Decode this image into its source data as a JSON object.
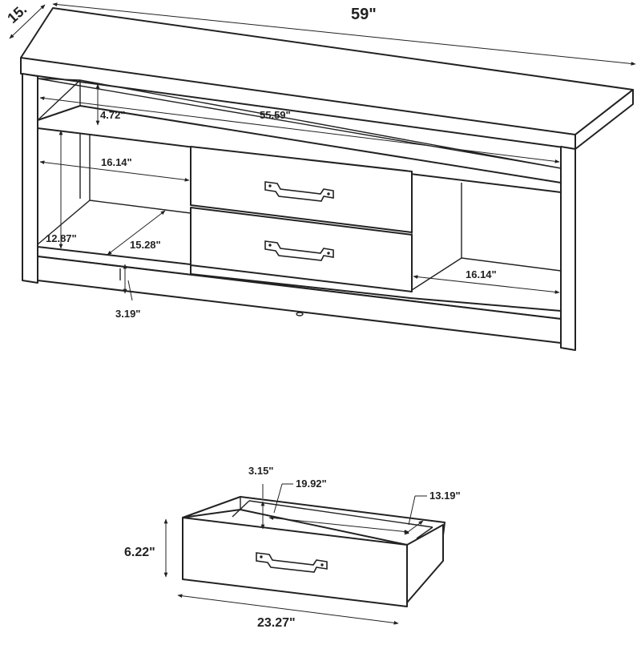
{
  "diagram": {
    "width_label": "59\"",
    "depth_label": "15.",
    "top_gap_label": "4.72\"",
    "inner_width_label": "55.59\"",
    "left_cubby_width_label": "16.14\"",
    "right_cubby_width_label": "16.14\"",
    "cubby_height_label": "12.87\"",
    "cubby_depth_label": "15.28\"",
    "base_height_label": "3.19\"",
    "drawer_height_label": "6.22\"",
    "drawer_width_label": "23.27\"",
    "drawer_inner_height_label": "3.15\"",
    "drawer_inner_width_label": "19.92\"",
    "drawer_inner_depth_label": "13.19\""
  }
}
